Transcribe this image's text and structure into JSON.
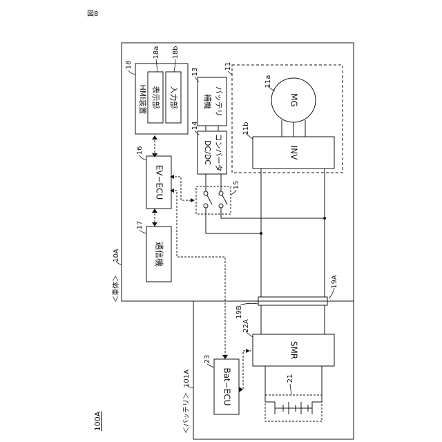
{
  "figure_label": "図8",
  "system_ref": "100A",
  "vehicle": {
    "label": "＜車体＞",
    "ref": "10A"
  },
  "battery_pack": {
    "label": "＜バッテリ＞",
    "ref": "101A"
  },
  "hmi": {
    "ref": "18",
    "name": "HMI装置",
    "display": {
      "ref": "18a",
      "name": "表示部"
    },
    "input": {
      "ref": "18b",
      "name": "入力部"
    }
  },
  "ev_ecu": {
    "ref": "16",
    "name": "EV−ECU"
  },
  "comm": {
    "ref": "17",
    "name": "通信機"
  },
  "aux_battery": {
    "ref": "13",
    "name_line1": "補機",
    "name_line2": "バッテリ"
  },
  "dcdc": {
    "ref": "14",
    "name_line1": "DC/DC",
    "name_line2": "コンバータ"
  },
  "relay": {
    "ref": "15"
  },
  "mg_unit": {
    "ref": "11"
  },
  "mg": {
    "ref": "11a",
    "name": "MG"
  },
  "inv": {
    "ref": "11b",
    "name": "INV"
  },
  "connector_vehicle": {
    "ref": "19A"
  },
  "connector_battery": {
    "ref": "19B"
  },
  "smr": {
    "ref": "22A",
    "name": "SMR"
  },
  "bat_ecu": {
    "ref": "23",
    "name": "Bat−ECU"
  },
  "cells": {
    "ref": "21"
  }
}
